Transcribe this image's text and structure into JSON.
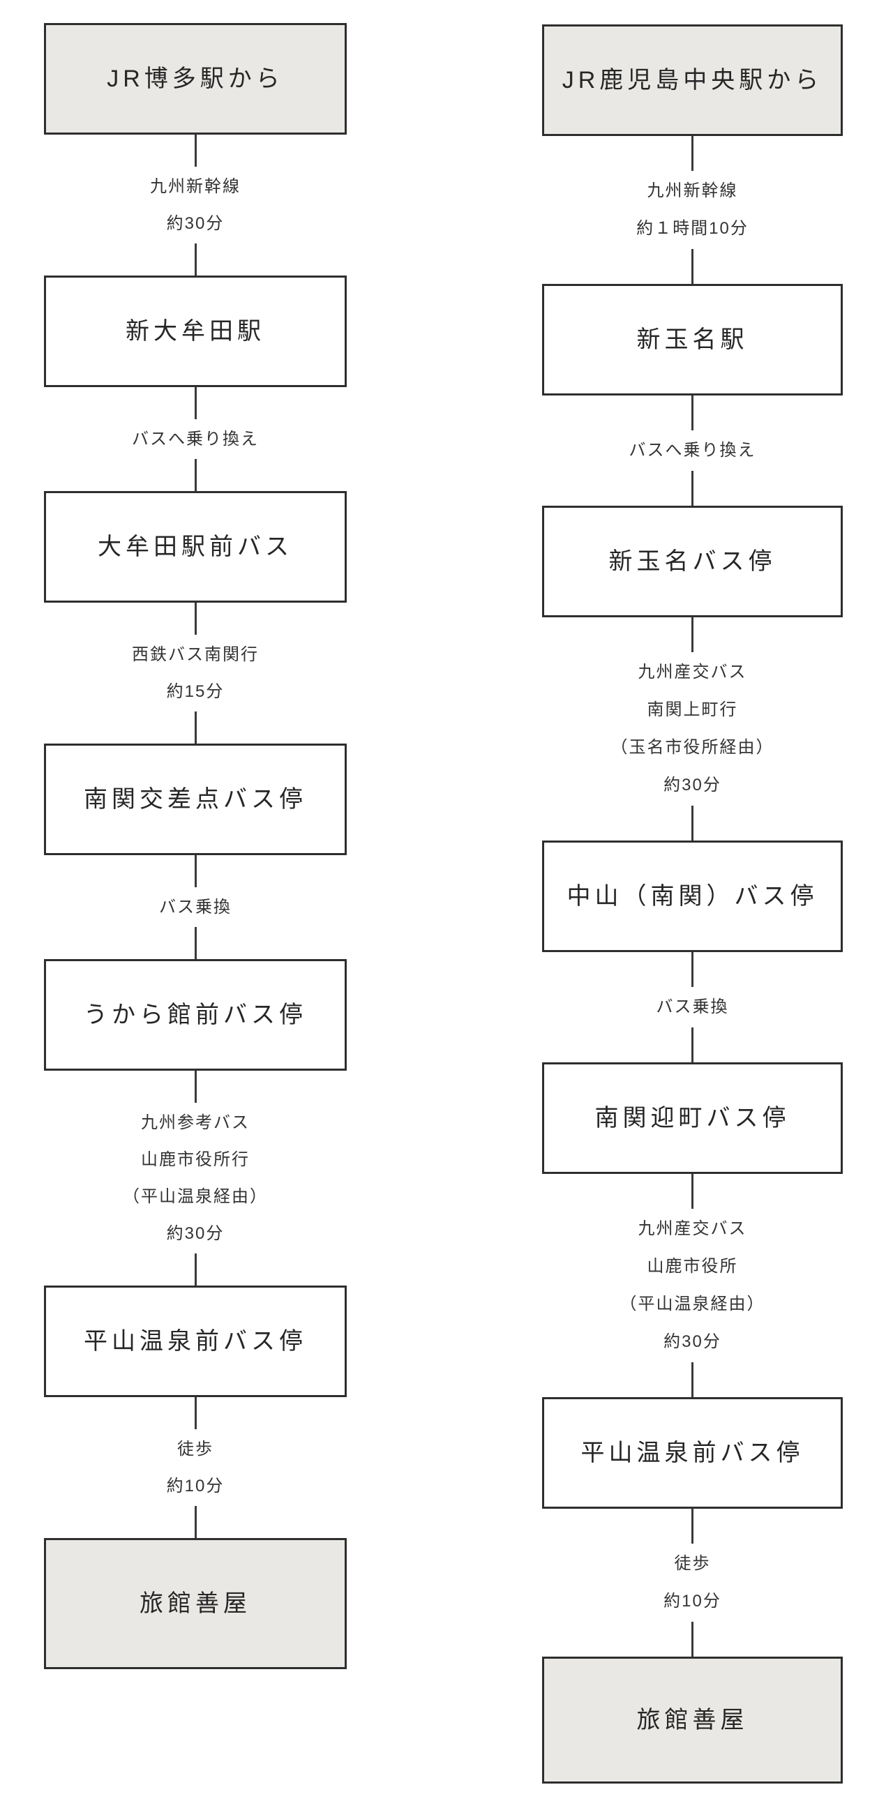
{
  "diagram": {
    "title": "access-flowchart",
    "colors": {
      "box_border": "#2e2e2e",
      "terminal_fill": "#e9e8e5",
      "station_fill": "#ffffff",
      "line": "#3a3a3a",
      "text": "#262626"
    },
    "columns": [
      {
        "name": "from-hakata",
        "steps": [
          {
            "kind": "node",
            "style": "terminal",
            "label": "JR博多駅から"
          },
          {
            "kind": "edge",
            "lines": [
              "九州新幹線",
              "約30分"
            ]
          },
          {
            "kind": "node",
            "style": "station",
            "label": "新大牟田駅"
          },
          {
            "kind": "edge",
            "lines": [
              "バスへ乗り換え"
            ]
          },
          {
            "kind": "node",
            "style": "station",
            "label": "大牟田駅前バス"
          },
          {
            "kind": "edge",
            "lines": [
              "西鉄バス南関行",
              "約15分"
            ]
          },
          {
            "kind": "node",
            "style": "station",
            "label": "南関交差点バス停"
          },
          {
            "kind": "edge",
            "lines": [
              "バス乗換"
            ]
          },
          {
            "kind": "node",
            "style": "station",
            "label": "うから館前バス停"
          },
          {
            "kind": "edge",
            "lines": [
              "九州参考バス",
              "山鹿市役所行",
              "（平山温泉経由）",
              "約30分"
            ]
          },
          {
            "kind": "node",
            "style": "station",
            "label": "平山温泉前バス停"
          },
          {
            "kind": "edge",
            "lines": [
              "徒歩",
              "約10分"
            ]
          },
          {
            "kind": "node",
            "style": "terminal final",
            "label": "旅館善屋"
          }
        ]
      },
      {
        "name": "from-kagoshima-chuo",
        "steps": [
          {
            "kind": "node",
            "style": "terminal",
            "label": "JR鹿児島中央駅から"
          },
          {
            "kind": "edge",
            "lines": [
              "九州新幹線",
              "約１時間10分"
            ]
          },
          {
            "kind": "node",
            "style": "station",
            "label": "新玉名駅"
          },
          {
            "kind": "edge",
            "lines": [
              "バスへ乗り換え"
            ]
          },
          {
            "kind": "node",
            "style": "station",
            "label": "新玉名バス停"
          },
          {
            "kind": "edge",
            "lines": [
              "九州産交バス",
              "南関上町行",
              "（玉名市役所経由）",
              "約30分"
            ]
          },
          {
            "kind": "node",
            "style": "station",
            "label": "中山（南関）バス停"
          },
          {
            "kind": "edge",
            "lines": [
              "バス乗換"
            ]
          },
          {
            "kind": "node",
            "style": "station",
            "label": "南関迎町バス停"
          },
          {
            "kind": "edge",
            "lines": [
              "九州産交バス",
              "山鹿市役所",
              "（平山温泉経由）",
              "約30分"
            ]
          },
          {
            "kind": "node",
            "style": "station",
            "label": "平山温泉前バス停"
          },
          {
            "kind": "edge",
            "lines": [
              "徒歩",
              "約10分"
            ]
          },
          {
            "kind": "node",
            "style": "terminal final",
            "label": "旅館善屋"
          }
        ]
      }
    ]
  }
}
